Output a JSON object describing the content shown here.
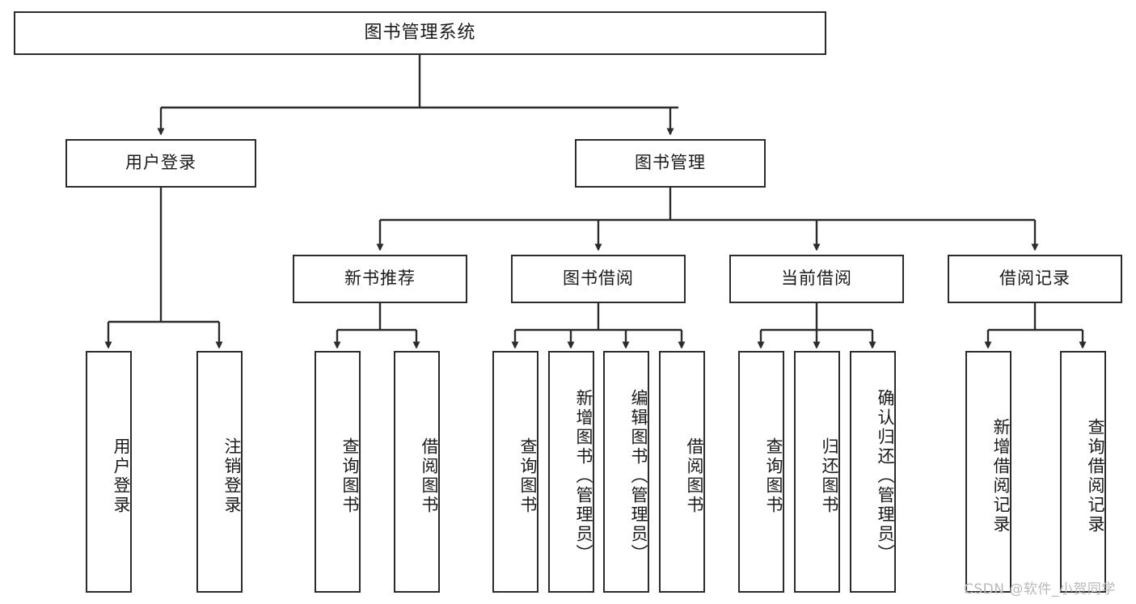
{
  "diagram": {
    "title": "图书管理系统",
    "root": {
      "id": "root",
      "label": "图书管理系统"
    },
    "level2": [
      {
        "id": "user-login",
        "label": "用户登录"
      },
      {
        "id": "book-manage",
        "label": "图书管理"
      }
    ],
    "level3": [
      {
        "id": "new-book-rec",
        "label": "新书推荐"
      },
      {
        "id": "book-borrow",
        "label": "图书借阅"
      },
      {
        "id": "current-borrow",
        "label": "当前借阅"
      },
      {
        "id": "borrow-record",
        "label": "借阅记录"
      }
    ],
    "leaves": [
      {
        "id": "leaf-user-login",
        "label": "用户登录",
        "parent": "user-login"
      },
      {
        "id": "leaf-logout-login",
        "label": "注销登录",
        "parent": "user-login"
      },
      {
        "id": "leaf-query-book-1",
        "label": "查询图书",
        "parent": "new-book-rec"
      },
      {
        "id": "leaf-borrow-book-1",
        "label": "借阅图书",
        "parent": "new-book-rec"
      },
      {
        "id": "leaf-query-book-2",
        "label": "查询图书",
        "parent": "book-borrow"
      },
      {
        "id": "leaf-add-book",
        "label": "新增图书（管理员）",
        "parent": "book-borrow"
      },
      {
        "id": "leaf-edit-book",
        "label": "编辑图书（管理员）",
        "parent": "book-borrow"
      },
      {
        "id": "leaf-borrow-book-2",
        "label": "借阅图书",
        "parent": "book-borrow"
      },
      {
        "id": "leaf-query-book-3",
        "label": "查询图书",
        "parent": "current-borrow"
      },
      {
        "id": "leaf-return-book",
        "label": "归还图书",
        "parent": "current-borrow"
      },
      {
        "id": "leaf-confirm-return",
        "label": "确认归还（管理员）",
        "parent": "current-borrow"
      },
      {
        "id": "leaf-add-record",
        "label": "新增借阅记录",
        "parent": "borrow-record"
      },
      {
        "id": "leaf-query-record",
        "label": "查询借阅记录",
        "parent": "borrow-record"
      }
    ]
  },
  "watermark": {
    "text": "CSDN @软件_小贺同学"
  },
  "colors": {
    "stroke": "#2b2b2b",
    "fill": "#ffffff",
    "text": "#1a1a1a",
    "watermark": "#b9b9b9"
  }
}
